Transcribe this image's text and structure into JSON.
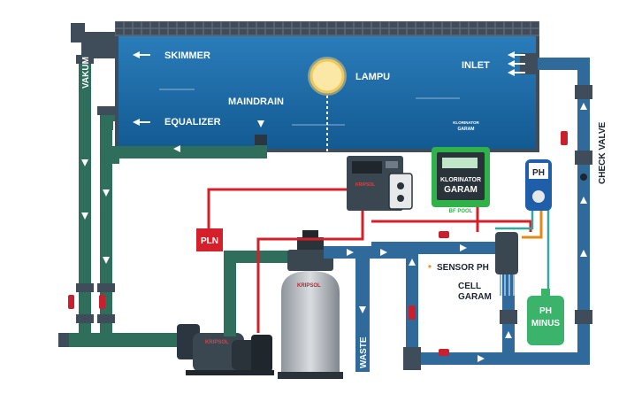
{
  "labels": {
    "vakum": "VAKUM",
    "skimmer": "SKIMMER",
    "equalizer": "EQUALIZER",
    "maindrain": "MAINDRAIN",
    "lampu": "LAMPU",
    "inlet": "INLET",
    "check_valve": "CHECK VALVE",
    "klorinator_pool_wall_1": "KLORINATOR",
    "klorinator_pool_wall_2": "GARAM",
    "pln": "PLN",
    "klorinator_device_1": "KLORINATOR",
    "klorinator_device_2": "GARAM",
    "bfpool": "BF POOL",
    "ph_device": "PH",
    "sensor_ph": "SENSOR PH",
    "sensor_marker": "*",
    "cell_1": "CELL",
    "cell_2": "GARAM",
    "ph_minus_1": "PH",
    "ph_minus_2": "MINUS",
    "waste": "WASTE",
    "brand": "KRIPSOL"
  },
  "colors": {
    "pool_water": "#1c6aa6",
    "pool_wall": "#3f4d5a",
    "return_pipe": "#2f6a9a",
    "suction_pipe": "#2f6e5a",
    "valve": "#c8202e",
    "power_cable": "#d4202b",
    "ph_line": "#e08a1a",
    "ph_minus_tank": "#3bb36b"
  }
}
